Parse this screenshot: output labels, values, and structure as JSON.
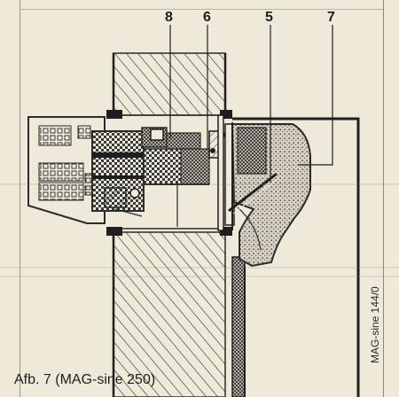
{
  "figure": {
    "caption": "Afb. 7 (MAG-sine 250)",
    "side_code": "MAG-sine 144/0",
    "callouts": [
      {
        "id": "c8",
        "text": "8"
      },
      {
        "id": "c6",
        "text": "6"
      },
      {
        "id": "c5",
        "text": "5"
      },
      {
        "id": "c7",
        "text": "7"
      }
    ]
  }
}
